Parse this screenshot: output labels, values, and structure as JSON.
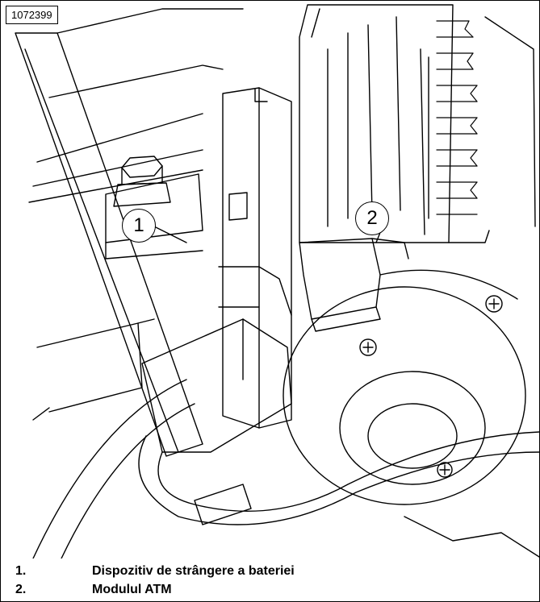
{
  "figure_id": "1072399",
  "callouts": [
    {
      "number": "1"
    },
    {
      "number": "2"
    }
  ],
  "legend": [
    {
      "number": "1.",
      "text": "Dispozitiv de strângere a bateriei"
    },
    {
      "number": "2.",
      "text": "Modulul ATM"
    }
  ]
}
